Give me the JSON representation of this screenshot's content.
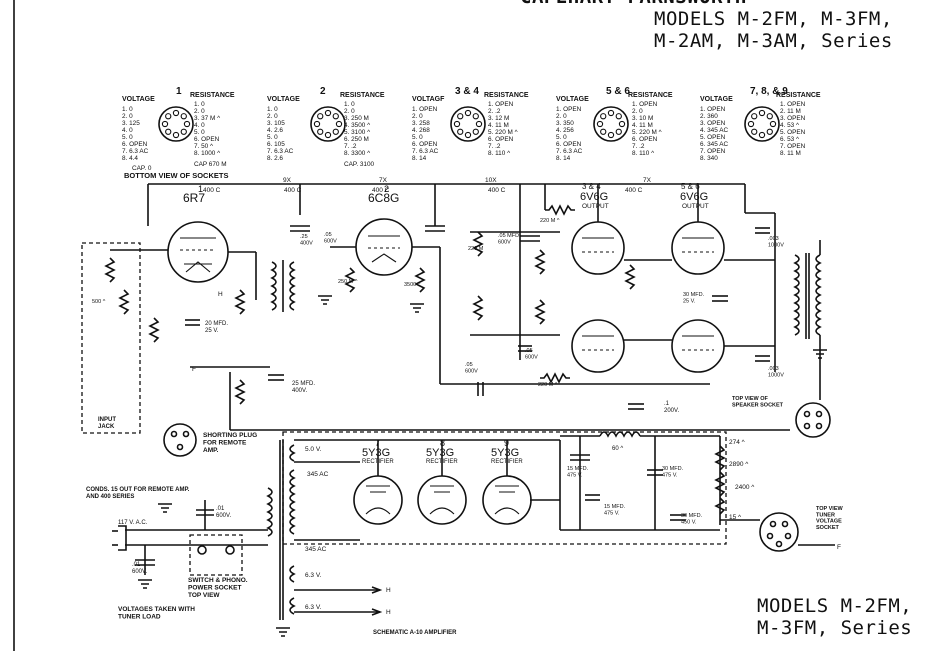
{
  "header": {
    "top_cut": "CAPEHART FARNSWORTH",
    "models_line1": "MODELS M-2FM, M-3FM,",
    "models_line2": "M-2AM, M-3AM, Series",
    "footer_line1": "MODELS M-2FM,",
    "footer_line2": "M-3FM, Series"
  },
  "socket_tables": {
    "voltage": "VOLTAGE",
    "voltage_alt": "VOLTAGF",
    "resistance": "RESISTANCE",
    "t1": {
      "num": "1",
      "volts": [
        "1. 0",
        "2. 0",
        "3. 125",
        "4. 0",
        "5. 0",
        "6. OPEN",
        "7. 6.3 AC",
        "8. 4.4"
      ],
      "ohms": [
        "1. 0",
        "2. 0",
        "3. 37 M ^",
        "4. 0",
        "5. 0",
        "6. OPEN",
        "7. 50 ^",
        "8. 1000 ^"
      ],
      "cap": "CAP. 0",
      "capr": "CAP 670 M"
    },
    "t2": {
      "num": "2",
      "volts": [
        "1. 0",
        "2. 0",
        "3. 105",
        "4. 2.6",
        "5. 0",
        "6. 105",
        "7. 6.3 AC",
        "8. 2.6"
      ],
      "ohms": [
        "1. 0",
        "2. 0",
        "3. 250 M",
        "4. 3500 ^",
        "5. 3100 ^",
        "6. 250 M",
        "7. .2",
        "8. 3300 ^"
      ],
      "capr": "CAP. 3100"
    },
    "t3": {
      "num": "3 & 4",
      "volts": [
        "1. OPEN",
        "2. 0",
        "3. 258",
        "4. 268",
        "5. 0",
        "6. OPEN",
        "7. 6.3 AC",
        "8. 14"
      ],
      "ohms": [
        "1. OPEN",
        "2. .2",
        "3. 12 M",
        "4. 11 M",
        "5. 220 M ^",
        "6. OPEN",
        "7. .2",
        "8. 110 ^"
      ]
    },
    "t4": {
      "num": "5 & 6",
      "volts": [
        "1. OPEN",
        "2. 0",
        "3. 350",
        "4. 256",
        "5. 0",
        "6. OPEN",
        "7. 6.3 AC",
        "8. 14"
      ],
      "ohms": [
        "1. OPEN",
        "2. 0",
        "3. 10 M",
        "4. 11 M",
        "5. 220 M ^",
        "6. OPEN",
        "7. .2",
        "8. 110 ^"
      ]
    },
    "t5": {
      "num": "7, 8, & 9",
      "volts": [
        "1. OPEN",
        "2. 360",
        "3. OPEN",
        "4. 345 AC",
        "5. OPEN",
        "6. 345 AC",
        "7. OPEN",
        "8. 340"
      ],
      "ohms": [
        "1. OPEN",
        "2. 11 M",
        "3. OPEN",
        "4. 53 ^",
        "5. OPEN",
        "6. 53 ^",
        "7. OPEN",
        "8. 11 M"
      ]
    },
    "bottom_view": "BOTTOM VIEW OF SOCKETS"
  },
  "tubes": {
    "v1": {
      "num": "1",
      "type": "6R7"
    },
    "v2": {
      "num": "2",
      "type": "6C8G"
    },
    "v34": {
      "num": "3 & 4",
      "type": "6V6G",
      "sub": "OUTPUT"
    },
    "v56": {
      "num": "5 & 6",
      "type": "6V6G",
      "sub": "OUTPUT"
    },
    "v7": {
      "num": "7",
      "type": "5Y3G",
      "sub": "RECTIFIER"
    },
    "v8": {
      "num": "8",
      "type": "5Y3G",
      "sub": "RECTIFIER"
    },
    "v9": {
      "num": "9",
      "type": "5Y3G",
      "sub": "RECTIFIER"
    }
  },
  "components": {
    "c9": ".25\n400V",
    "c10": ".05\n600V",
    "c10b": ".05 MFD\n600V",
    "c16": "20 MFD.\n25 V.",
    "c20": "25 MFD.\n400V.",
    "c_05a": ".05\n600V",
    "c_05b": ".05\n600V",
    "c11": ".1\n200V.",
    "c12": ".003\n1000V",
    "c13": ".003\n1000V",
    "c30": "30 MFD.\n25 V.",
    "c_r220a": "220 M ^",
    "c_r220b": "220 M ^",
    "r220k": "220 M",
    "r500": "500 ^",
    "r3500": "3500 ^",
    "v400a": "400 C",
    "v400b": "400 C",
    "v400c": "400 C",
    "v400d": "400 C",
    "v400e": "400 C",
    "tap_9x": "9X",
    "tap_7x": "7X",
    "tap_7x2": "7X",
    "tap_10x": "10X",
    "tap_250": "250 M ^"
  },
  "power": {
    "shorting_plug": "SHORTING PLUG\nFOR REMOTE\nAMP.",
    "five_v": "5.0 V.",
    "ac345a": "345 AC",
    "ac345b": "345 AC",
    "c17a": "15 MFD.\n475 V.",
    "c17b": "15 MFD.\n475 V.",
    "c18": "30 MFD.\n475 V.",
    "c19": "30 MFD.\n450 V.",
    "choke": "60 ^",
    "r274": "274 ^",
    "r2890": "2890 ^",
    "r2400": "2400 ^",
    "r15": "15 ^",
    "conds": "CONDS. 15 OUT FOR REMOTE AMP.\nAND 400 SERIES",
    "c15": ".01\n600V.",
    "c15b": ".01\n600V.",
    "ac117": "117 V. A.C.",
    "switch": "SWITCH & PHONO.\nPOWER SOCKET\nTOP VIEW",
    "v63a": "6.3 V.",
    "v63b": "6.3 V.",
    "h": "H",
    "f": "F",
    "speaker": "TOP VIEW OF\nSPEAKER SOCKET",
    "tuner": "TOP VIEW\nTUNER\nVOLTAGE\nSOCKET",
    "voltages_taken": "VOLTAGES TAKEN WITH\nTUNER LOAD",
    "schematic": "SCHEMATIC A-10 AMPLIFIER",
    "input_jack": "INPUT\nJACK"
  }
}
